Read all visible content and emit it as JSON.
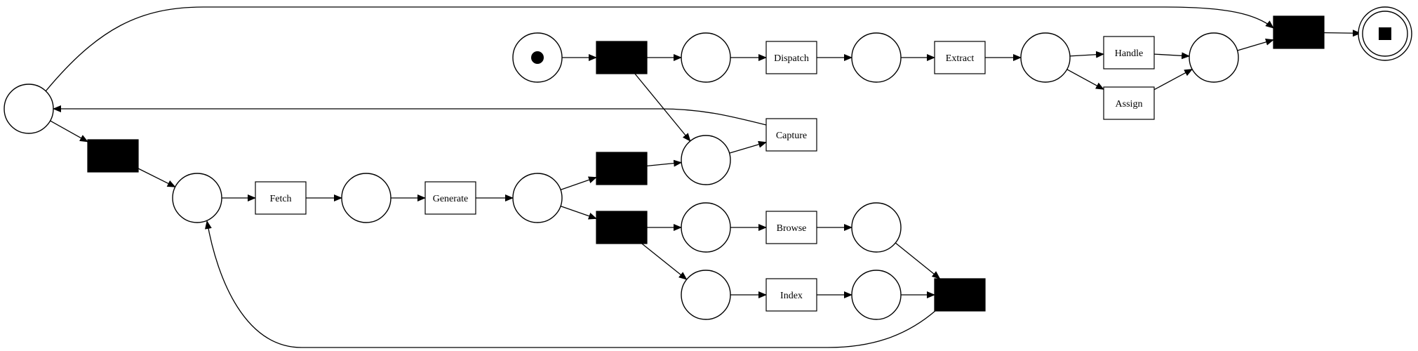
{
  "diagram": {
    "type": "petri-net",
    "colors": {
      "stroke": "#000000",
      "fill": "#ffffff",
      "silent": "#000000"
    },
    "places": [
      {
        "id": "p_source",
        "token": "start"
      },
      {
        "id": "p_loop"
      },
      {
        "id": "p_fetch_in"
      },
      {
        "id": "p_fetch_out"
      },
      {
        "id": "p_gen_out"
      },
      {
        "id": "p_dispatch_in"
      },
      {
        "id": "p_dispatch_out"
      },
      {
        "id": "p_extract_out"
      },
      {
        "id": "p_handle_out"
      },
      {
        "id": "p_capture_in"
      },
      {
        "id": "p_browse_in"
      },
      {
        "id": "p_browse_out"
      },
      {
        "id": "p_index_in"
      },
      {
        "id": "p_index_out"
      },
      {
        "id": "p_sink",
        "token": "end"
      }
    ],
    "transitions": [
      {
        "id": "t_fetch",
        "label": "Fetch"
      },
      {
        "id": "t_generate",
        "label": "Generate"
      },
      {
        "id": "t_dispatch",
        "label": "Dispatch"
      },
      {
        "id": "t_extract",
        "label": "Extract"
      },
      {
        "id": "t_handle",
        "label": "Handle"
      },
      {
        "id": "t_assign",
        "label": "Assign"
      },
      {
        "id": "t_capture",
        "label": "Capture"
      },
      {
        "id": "t_browse",
        "label": "Browse"
      },
      {
        "id": "t_index",
        "label": "Index"
      },
      {
        "id": "t_silent_loop",
        "label": ""
      },
      {
        "id": "t_silent_start",
        "label": ""
      },
      {
        "id": "t_silent_capture",
        "label": ""
      },
      {
        "id": "t_silent_split",
        "label": ""
      },
      {
        "id": "t_silent_join",
        "label": ""
      },
      {
        "id": "t_silent_end",
        "label": ""
      }
    ],
    "arcs": [
      [
        "p_source",
        "t_silent_start"
      ],
      [
        "t_silent_start",
        "p_dispatch_in"
      ],
      [
        "t_silent_start",
        "p_capture_in"
      ],
      [
        "p_dispatch_in",
        "t_dispatch"
      ],
      [
        "t_dispatch",
        "p_dispatch_out"
      ],
      [
        "p_dispatch_out",
        "t_extract"
      ],
      [
        "t_extract",
        "p_extract_out"
      ],
      [
        "p_extract_out",
        "t_handle"
      ],
      [
        "p_extract_out",
        "t_assign"
      ],
      [
        "t_handle",
        "p_handle_out"
      ],
      [
        "t_assign",
        "p_handle_out"
      ],
      [
        "p_handle_out",
        "t_silent_end"
      ],
      [
        "p_loop",
        "t_silent_end"
      ],
      [
        "t_silent_end",
        "p_sink"
      ],
      [
        "p_capture_in",
        "t_capture"
      ],
      [
        "t_capture",
        "p_loop"
      ],
      [
        "p_loop",
        "t_silent_loop"
      ],
      [
        "t_silent_loop",
        "p_fetch_in"
      ],
      [
        "p_fetch_in",
        "t_fetch"
      ],
      [
        "t_fetch",
        "p_fetch_out"
      ],
      [
        "p_fetch_out",
        "t_generate"
      ],
      [
        "t_generate",
        "p_gen_out"
      ],
      [
        "p_gen_out",
        "t_silent_capture"
      ],
      [
        "t_silent_capture",
        "p_capture_in"
      ],
      [
        "p_gen_out",
        "t_silent_split"
      ],
      [
        "t_silent_split",
        "p_browse_in"
      ],
      [
        "t_silent_split",
        "p_index_in"
      ],
      [
        "p_browse_in",
        "t_browse"
      ],
      [
        "t_browse",
        "p_browse_out"
      ],
      [
        "p_index_in",
        "t_index"
      ],
      [
        "t_index",
        "p_index_out"
      ],
      [
        "p_browse_out",
        "t_silent_join"
      ],
      [
        "p_index_out",
        "t_silent_join"
      ],
      [
        "t_silent_join",
        "p_fetch_in"
      ]
    ]
  }
}
